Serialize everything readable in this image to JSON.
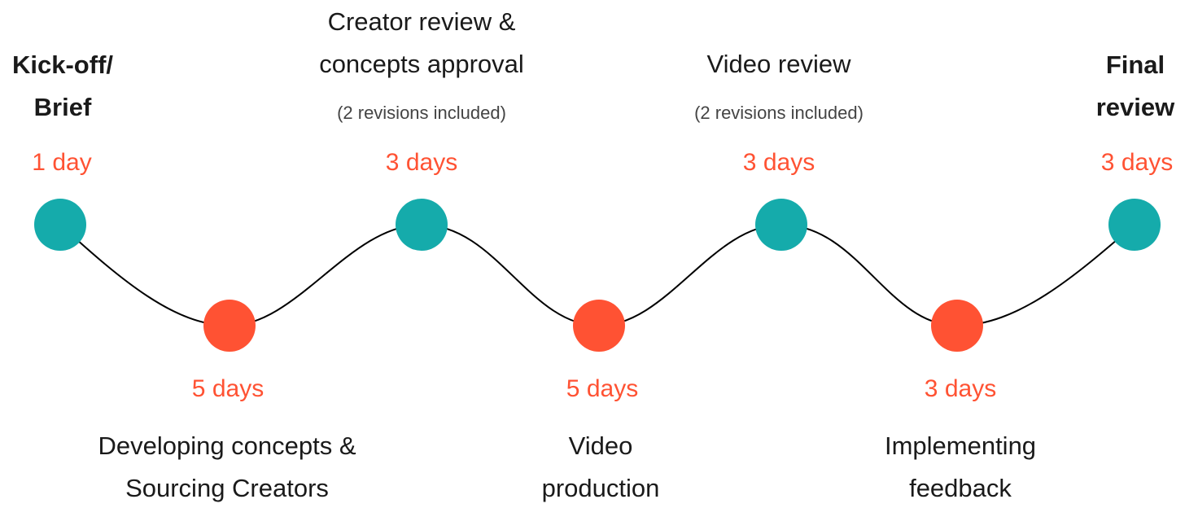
{
  "colors": {
    "teal": "#15ABAB",
    "orange": "#FF5233",
    "line": "#000000"
  },
  "stages": [
    {
      "title_lines": [
        "Kick-off/",
        "Brief"
      ],
      "duration": "1 day",
      "position": "top",
      "bold": true
    },
    {
      "title_lines": [
        "Developing concepts &",
        "Sourcing Creators"
      ],
      "duration": "5 days",
      "position": "bottom"
    },
    {
      "title_lines": [
        "Creator review &",
        "concepts approval"
      ],
      "note": "(2 revisions included)",
      "duration": "3 days",
      "position": "top"
    },
    {
      "title_lines": [
        "Video",
        "production"
      ],
      "duration": "5 days",
      "position": "bottom"
    },
    {
      "title_lines": [
        "Video review"
      ],
      "note": "(2 revisions included)",
      "duration": "3 days",
      "position": "top"
    },
    {
      "title_lines": [
        "Implementing",
        "feedback"
      ],
      "duration": "3 days",
      "position": "bottom"
    },
    {
      "title_lines": [
        "Final",
        "review"
      ],
      "duration": "3 days",
      "position": "top",
      "bold": true
    }
  ]
}
